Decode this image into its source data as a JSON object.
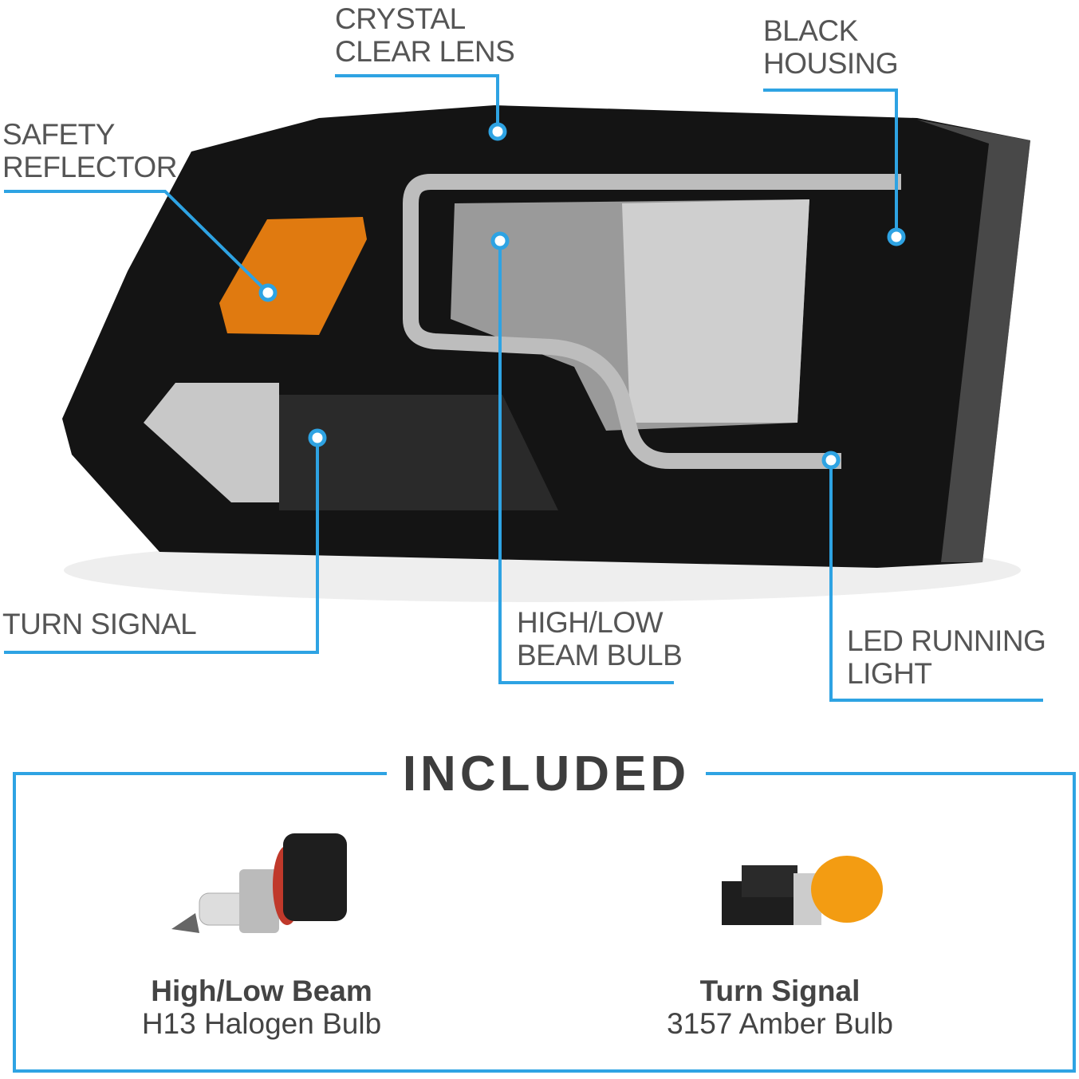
{
  "colors": {
    "accent": "#2ea3e3",
    "text": "#555555",
    "housing": "#141414",
    "reflector": "#e07a10"
  },
  "callouts": {
    "crystal_clear_lens": [
      "CRYSTAL",
      "CLEAR LENS"
    ],
    "black_housing": [
      "BLACK",
      "HOUSING"
    ],
    "safety_reflector": [
      "SAFETY",
      "REFLECTOR"
    ],
    "turn_signal": [
      "TURN SIGNAL"
    ],
    "high_low_beam_bulb": [
      "HIGH/LOW",
      "BEAM BULB"
    ],
    "led_running_light": [
      "LED RUNNING",
      "LIGHT"
    ]
  },
  "included": {
    "title": "INCLUDED",
    "items": [
      {
        "name": "High/Low Beam",
        "detail": "H13 Halogen Bulb"
      },
      {
        "name": "Turn Signal",
        "detail": "3157 Amber Bulb"
      }
    ]
  }
}
